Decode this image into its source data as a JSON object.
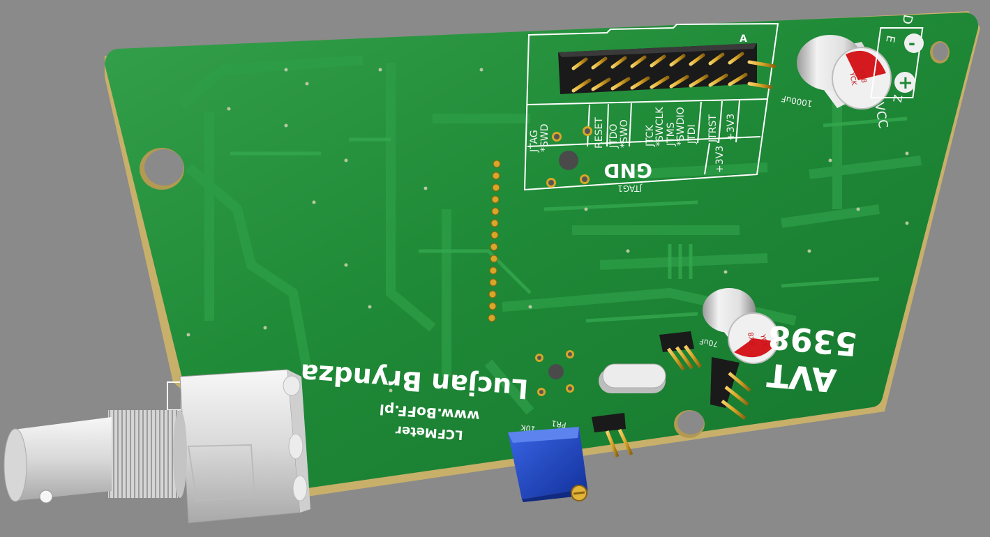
{
  "board": {
    "author": "Lucjan Bryndza",
    "website": "www.BoFF.pl",
    "project": "LCFMeter",
    "part_number": "AVT 5398",
    "avt": "AVT",
    "number": "5398",
    "gnd": "GND",
    "jtag_header": "JTAG1",
    "pot_ref": "PR1",
    "pot_value": "10K",
    "pin_a": "A",
    "power": {
      "minus": "-",
      "plus": "+",
      "vcc": "VCC",
      "cap_value": "1000uF",
      "z": "Z",
      "d": "D",
      "e": "E"
    },
    "cap_value_2": "70uF",
    "cap_marks": {
      "size": "8X8",
      "brand": "YCK"
    },
    "jtag_pins": [
      {
        "label": "JTAG",
        "sub": "*SWD"
      },
      {
        "label": "RESET"
      },
      {
        "label": "JTDO",
        "sub": "*SWO"
      },
      {
        "label": "JTCK",
        "sub": "*SWCLK"
      },
      {
        "label": "JTMS",
        "sub": "*SWDIO"
      },
      {
        "label": "JTDI"
      },
      {
        "label": "JTRST"
      },
      {
        "label": "+3V3"
      },
      {
        "label": "+3V3"
      }
    ]
  },
  "colors": {
    "background": "#8a8a8a",
    "pcb": "#1f8a37",
    "trace": "#2a9b45",
    "silkscreen": "#ffffff",
    "gold": "#d8a628",
    "potentiometer": "#1e46c8",
    "capacitor_body": "#dcdcdc",
    "capacitor_mark": "#d41a1f",
    "bnc": "#e6e6e6"
  }
}
